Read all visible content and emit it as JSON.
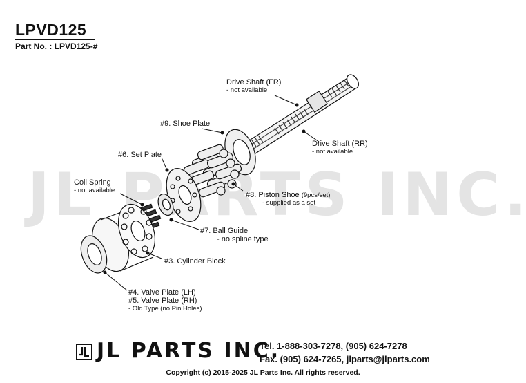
{
  "header": {
    "title": "LPVD125",
    "part_no": "Part No. : LPVD125-#"
  },
  "watermark": "JL PARTS INC.",
  "labels": {
    "drive_shaft_fr": {
      "name": "Drive Shaft (FR)",
      "note": "- not available"
    },
    "drive_shaft_rr": {
      "name": "Drive Shaft (RR)",
      "note": "- not available"
    },
    "shoe_plate": {
      "name": "#9. Shoe Plate"
    },
    "set_plate": {
      "name": "#6. Set Plate"
    },
    "coil_spring": {
      "name": "Coil Spring",
      "note": "- not available"
    },
    "piston_shoe": {
      "name": "#8. Piston Shoe",
      "qty": "(9pcs/set)",
      "note": "- supplied as a set"
    },
    "ball_guide": {
      "name": "#7. Ball Guide",
      "note": "- no spline type"
    },
    "cylinder_block": {
      "name": "#3. Cylinder Block"
    },
    "valve_plate": {
      "line1": "#4. Valve Plate (LH)",
      "line2": "#5. Valve Plate (RH)",
      "note": "- Old Type (no Pin Holes)"
    }
  },
  "footer": {
    "brand": "JL PARTS INC.",
    "tel": "Tel. 1-888-303-7278, (905) 624-7278",
    "fax": "Fax. (905) 624-7265, jlparts@jlparts.com",
    "copyright": "Copyright (c) 2015-2025 JL Parts Inc. All rights reserved."
  }
}
